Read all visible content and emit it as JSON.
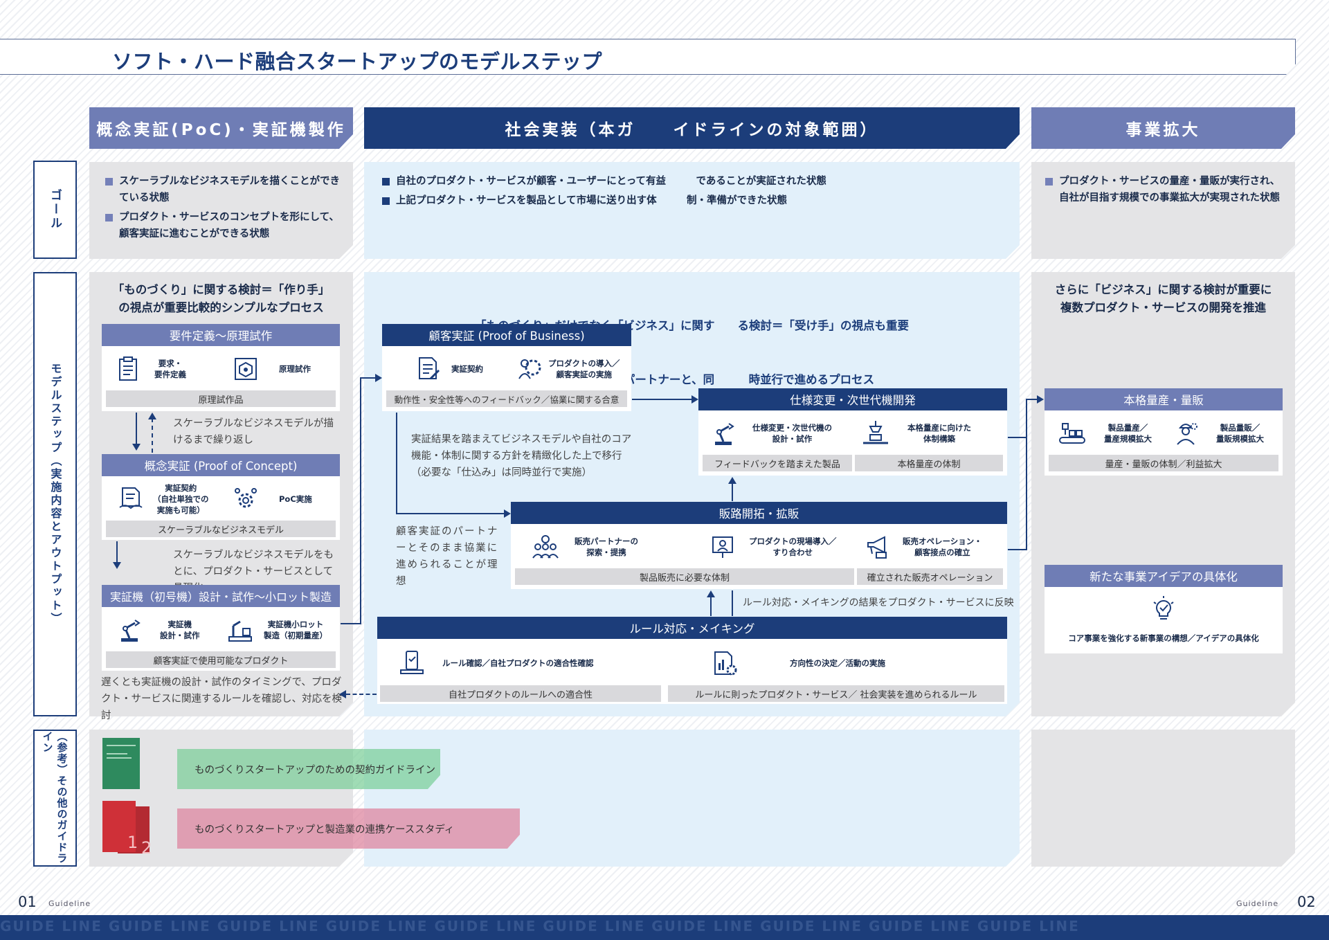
{
  "title": "ソフト・ハード融合スタートアップのモデルステップ",
  "headers": {
    "poc": "概念実証(PoC)・実証機製作",
    "social": "社会実装（本ガ　　イドラインの対象範囲）",
    "expand": "事業拡大"
  },
  "rows": {
    "goal": "ゴール",
    "model": "モデルステップ（実施内容とアウトプット）",
    "ref": "（参考）その他のガイドライン"
  },
  "goal": {
    "poc": [
      "スケーラブルなビジネスモデルを描くことができている状態",
      "プロダクト・サービスのコンセプトを形にして、顧客実証に進むことができる状態"
    ],
    "social": [
      "自社のプロダクト・サービスが顧客・ユーザーにとって有益　　　であることが実証された状態",
      "上記プロダクト・サービスを製品として市場に送り出す体　　　制・準備ができた状態"
    ],
    "expand": [
      "プロダクト・サービスの量産・量販が実行され、自社が目指す規模での事業拡大が実現された状態"
    ]
  },
  "lead": {
    "poc_1": "「ものづくり」に関する検討＝「作り手」",
    "poc_2": "の視点が重要比較的シンプルなプロセス",
    "social_1": "「ものづくり」だけでなく「ビジネス」に関す　　る検討＝「受け手」の視点も重要",
    "social_2": "複数タスクを、多様なパートナーと、同　　　時並行で進めるプロセス",
    "expand_1": "さらに「ビジネス」に関する検討が重要に",
    "expand_2": "複数プロダクト・サービスの開発を推進"
  },
  "boxes": {
    "req": {
      "title": "要件定義～原理試作",
      "a": "要求・\n要件定義",
      "b": "原理試作",
      "out": "原理試作品",
      "icon_a": "clipboard-icon",
      "icon_b": "prototype-icon"
    },
    "poc": {
      "title": "概念実証 (Proof of Concept)",
      "a": "実証契約\n（自社単独での\n実施も可能）",
      "b": "PoC実施",
      "out": "スケーラブルなビジネスモデル",
      "icon_a": "contract-icon",
      "icon_b": "gear-icon"
    },
    "proto": {
      "title": "実証機（初号機）設計・試作～小ロット製造",
      "a": "実証機\n設計・試作",
      "b": "実証機小ロット\n製造（初期量産）",
      "out": "顧客実証で使用可能なプロダクト",
      "icon_a": "robot-arm-icon",
      "icon_b": "factory-icon"
    },
    "pob": {
      "title": "顧客実証 (Proof of Business)",
      "a": "実証契約",
      "b": "プロダクトの導入／\n顧客実証の実施",
      "out": "動作性・安全性等へのフィードバック／協業に関する合意",
      "icon_a": "document-icon",
      "icon_b": "user-gear-icon"
    },
    "spec": {
      "title": "仕様変更・次世代機開発",
      "a": "仕様変更・次世代機の\n設計・試作",
      "b": "本格量産に向けた\n体制構築",
      "out_a": "フィードバックを踏まえた製品",
      "out_b": "本格量産の体制",
      "icon_a": "robot-arm-icon",
      "icon_b": "assembly-icon"
    },
    "sales": {
      "title": "販路開拓・拡販",
      "a": "販売パートナーの\n探索・提携",
      "b": "プロダクトの現場導入／\nすり合わせ",
      "c": "販売オペレーション・\n顧客接点の確立",
      "out_a": "製品販売に必要な体制",
      "out_b": "確立された販売オペレーション",
      "icon_a": "team-icon",
      "icon_b": "presentation-icon",
      "icon_c": "megaphone-icon"
    },
    "rule": {
      "title": "ルール対応・メイキング",
      "a": "ルール確認／自社プロダクトの適合性確認",
      "b": "方向性の決定／活動の実施",
      "out_a": "自社プロダクトのルールへの適合性",
      "out_b": "ルールに則ったプロダクト・サービス／ 社会実装を進められるルール",
      "icon_a": "phone-check-icon",
      "icon_b": "chart-gear-icon"
    },
    "mass": {
      "title": "本格量産・量販",
      "a": "製品量産／\n量産規模拡大",
      "b": "製品量販／\n量販規模拡大",
      "out": "量産・量販の体制／利益拡大",
      "icon_a": "conveyor-icon",
      "icon_b": "worker-icon"
    },
    "idea": {
      "title": "新たな事業アイデアの具体化",
      "a": "コア事業を強化する新事業の構想／アイデアの具体化",
      "icon_a": "lightbulb-icon"
    }
  },
  "notes": {
    "loop": "スケーラブルなビジネスモデルが描けるまで繰り返し",
    "shape": "スケーラブルなビジネスモデルをもとに、プロダクト・サービスとして具現化",
    "rulecheck": "遅くとも実証機の設計・試作のタイミングで、プロダクト・サービスに関連するルールを確認し、対応を検討",
    "verify": "実証結果を踏まえてビジネスモデルや自社のコア機能・体制に関する方針を精緻化した上で移行（必要な「仕込み」は同時並行で実施）",
    "partner": "顧客実証のパートナーとそのまま協業に進められることが理想",
    "reflect": "ルール対応・メイキングの結果をプロダクト・サービスに反映"
  },
  "guides": {
    "a": "ものづくりスタートアップのための契約ガイドライン",
    "b": "ものづくりスタートアップと製造業の連携ケーススタディ",
    "num_1": "1",
    "num_2": "2"
  },
  "footer": {
    "left_page": "01",
    "left_label": "Guideline",
    "right_label": "Guideline",
    "right_page": "02",
    "pattern": "GUIDE LINE GUIDE LINE GUIDE LINE GUIDE LINE GUIDE LINE GUIDE LINE GUIDE LINE GUIDE LINE GUIDE LINE GUIDE LINE"
  },
  "colors": {
    "navy": "#1c3d7a",
    "lavender": "#6f7db5",
    "gray": "#e4e4e6",
    "lightblue": "#e2f0fa",
    "green": "#9ed8b4",
    "pink": "#dfa2b2"
  }
}
